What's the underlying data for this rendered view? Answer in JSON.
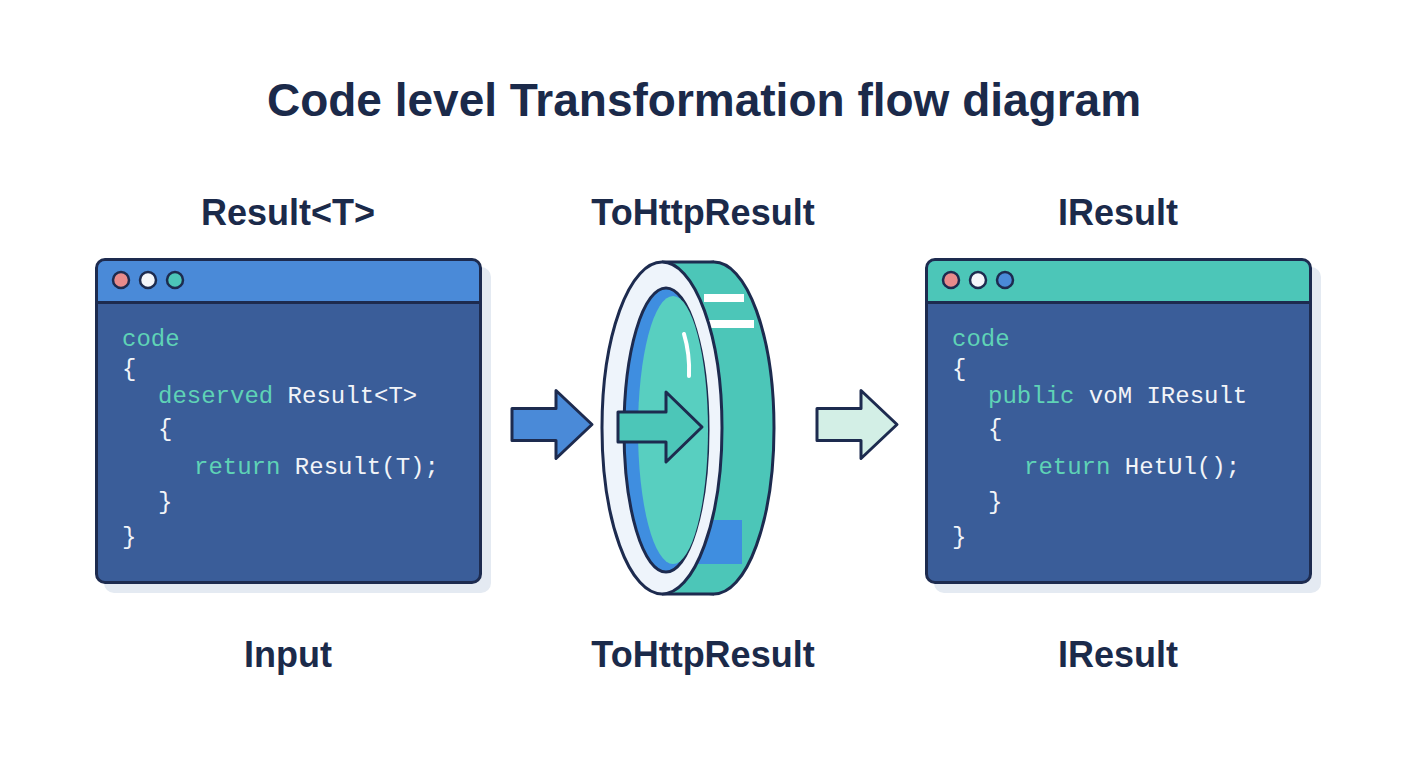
{
  "diagram": {
    "title": "Code level Transformation flow diagram",
    "nodes": [
      {
        "text": [
          "Result<T>",
          "code",
          "{",
          "deserved Result<T>",
          "{",
          "return Result(T);",
          "}",
          "}",
          "Input"
        ]
      },
      {
        "text": [
          "ToHttpResult",
          "ToHttpResult"
        ]
      },
      {
        "text": [
          "IResult",
          "code",
          "{",
          "public voM IResult",
          "{",
          "return HetUl();",
          "}",
          "}",
          "IResult"
        ]
      }
    ],
    "edges": [
      {
        "from": 0,
        "to": 1,
        "arrow": "to"
      },
      {
        "from": 1,
        "to": 2,
        "arrow": "to"
      }
    ]
  }
}
